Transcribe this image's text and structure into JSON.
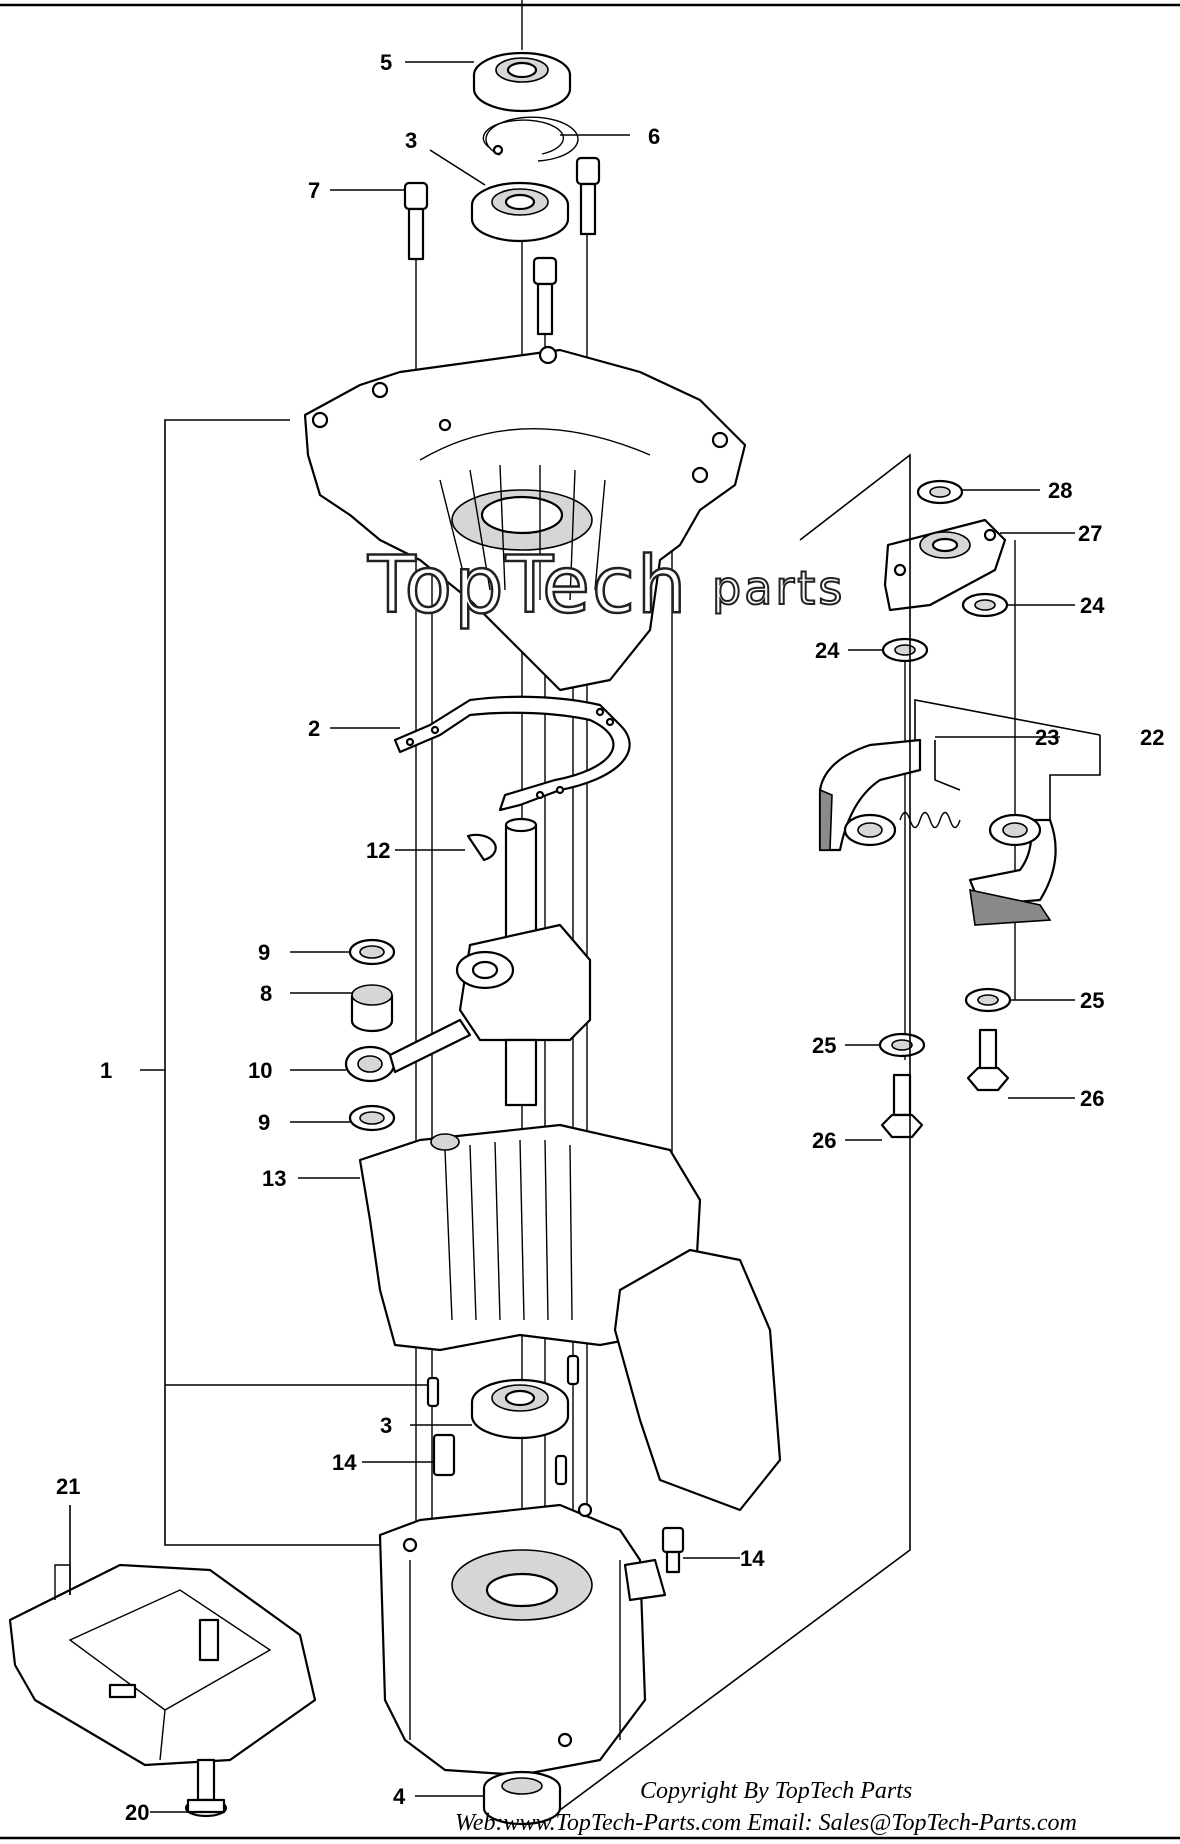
{
  "callouts": {
    "c1": "1",
    "c2": "2",
    "c3a": "3",
    "c3b": "3",
    "c4": "4",
    "c5": "5",
    "c6": "6",
    "c7": "7",
    "c8": "8",
    "c9a": "9",
    "c9b": "9",
    "c10": "10",
    "c12": "12",
    "c13": "13",
    "c14a": "14",
    "c14b": "14",
    "c20": "20",
    "c21": "21",
    "c22": "22",
    "c23": "23",
    "c24a": "24",
    "c24b": "24",
    "c25a": "25",
    "c25b": "25",
    "c26a": "26",
    "c26b": "26",
    "c27": "27",
    "c28": "28"
  },
  "watermark": {
    "main": "TopTech",
    "sub": "parts"
  },
  "copyright": {
    "line1": "Copyright By TopTech Parts",
    "line2": "Web:www.TopTech-Parts.com  Email: Sales@TopTech-Parts.com"
  }
}
